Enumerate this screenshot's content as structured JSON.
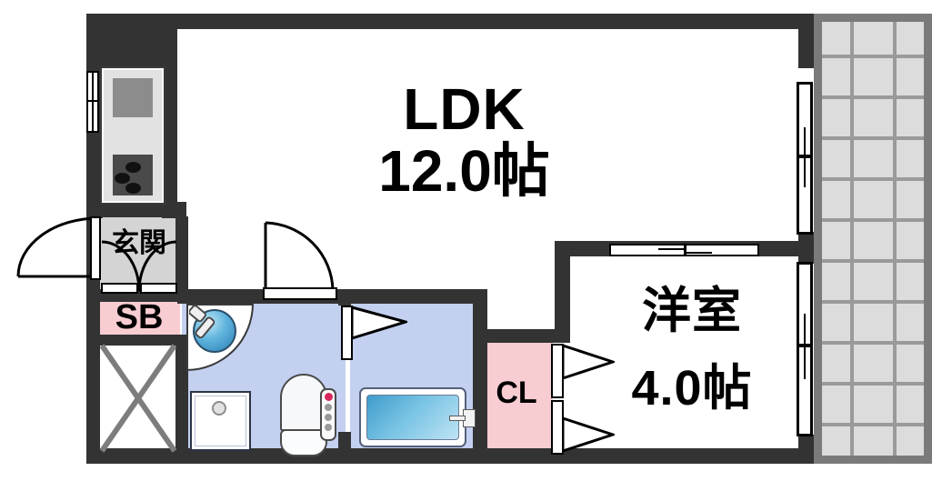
{
  "plan": {
    "title": "賃貸間取り図 1LDK",
    "type": "floor-plan"
  },
  "rooms": [
    {
      "key": "ldk",
      "name": "LDK",
      "label": "LDK",
      "size": "12.0帖",
      "fill": "#ffffff"
    },
    {
      "key": "bedroom",
      "name": "洋室",
      "label": "洋室",
      "size": "4.0帖",
      "fill": "#ffffff"
    },
    {
      "key": "genkan",
      "name": "玄関",
      "label": "玄関",
      "size": "",
      "fill": "#d4d4d4"
    },
    {
      "key": "sb",
      "name": "シューズボックス",
      "label": "SB",
      "size": "",
      "fill": "#f7cdd2"
    },
    {
      "key": "cl",
      "name": "クローゼット",
      "label": "CL",
      "size": "",
      "fill": "#f7cdd2"
    },
    {
      "key": "washroom",
      "name": "洗面脱衣室",
      "label": "",
      "size": "",
      "fill": "#c3d0f0"
    },
    {
      "key": "bath",
      "name": "浴室",
      "label": "",
      "size": "",
      "fill": "#c3d0f0"
    },
    {
      "key": "balcony",
      "name": "バルコニー",
      "label": "",
      "size": "",
      "fill": "#dcdcdc"
    },
    {
      "key": "storage",
      "name": "収納",
      "label": "",
      "size": "",
      "fill": "#ffffff"
    }
  ],
  "labels": {
    "ldk_name": "LDK",
    "ldk_size": "12.0帖",
    "bedroom_name": "洋室",
    "bedroom_size": "4.0帖",
    "genkan": "玄関",
    "sb": "SB",
    "cl": "CL"
  },
  "fixtures": [
    {
      "key": "kitchen-sink",
      "icon": "sink-icon"
    },
    {
      "key": "kitchen-stove",
      "icon": "stove-3burner-icon"
    },
    {
      "key": "bathtub",
      "icon": "bathtub-icon"
    },
    {
      "key": "toilet",
      "icon": "toilet-icon"
    },
    {
      "key": "washbasin",
      "icon": "washbasin-icon"
    },
    {
      "key": "washing-machine-pan",
      "icon": "washing-machine-icon"
    }
  ],
  "doors": [
    {
      "key": "entrance-door",
      "icon": "hinged-door-icon",
      "swing": "left-out"
    },
    {
      "key": "genkan-doors",
      "icon": "double-door-icon",
      "swing": "inward"
    },
    {
      "key": "washroom-door",
      "icon": "hinged-door-icon",
      "swing": "up-right"
    },
    {
      "key": "bath-door",
      "icon": "folding-door-icon",
      "swing": "right"
    },
    {
      "key": "closet-door-upper",
      "icon": "folding-door-icon",
      "swing": "right"
    },
    {
      "key": "closet-door-lower",
      "icon": "folding-door-icon",
      "swing": "right"
    }
  ],
  "windows": [
    {
      "key": "kitchen-window",
      "icon": "sliding-window-icon"
    },
    {
      "key": "ldk-balcony-door",
      "icon": "sliding-glass-door-icon"
    },
    {
      "key": "bedroom-balcony-door",
      "icon": "sliding-glass-door-icon"
    },
    {
      "key": "bedroom-partition-window",
      "icon": "sliding-partition-icon"
    }
  ],
  "colors": {
    "wall": "#333333",
    "washroom": "#c3d0f0",
    "closet": "#f7cdd2",
    "balcony": "#dcdcdc",
    "genkan": "#d4d4d4",
    "text": "#000000"
  }
}
